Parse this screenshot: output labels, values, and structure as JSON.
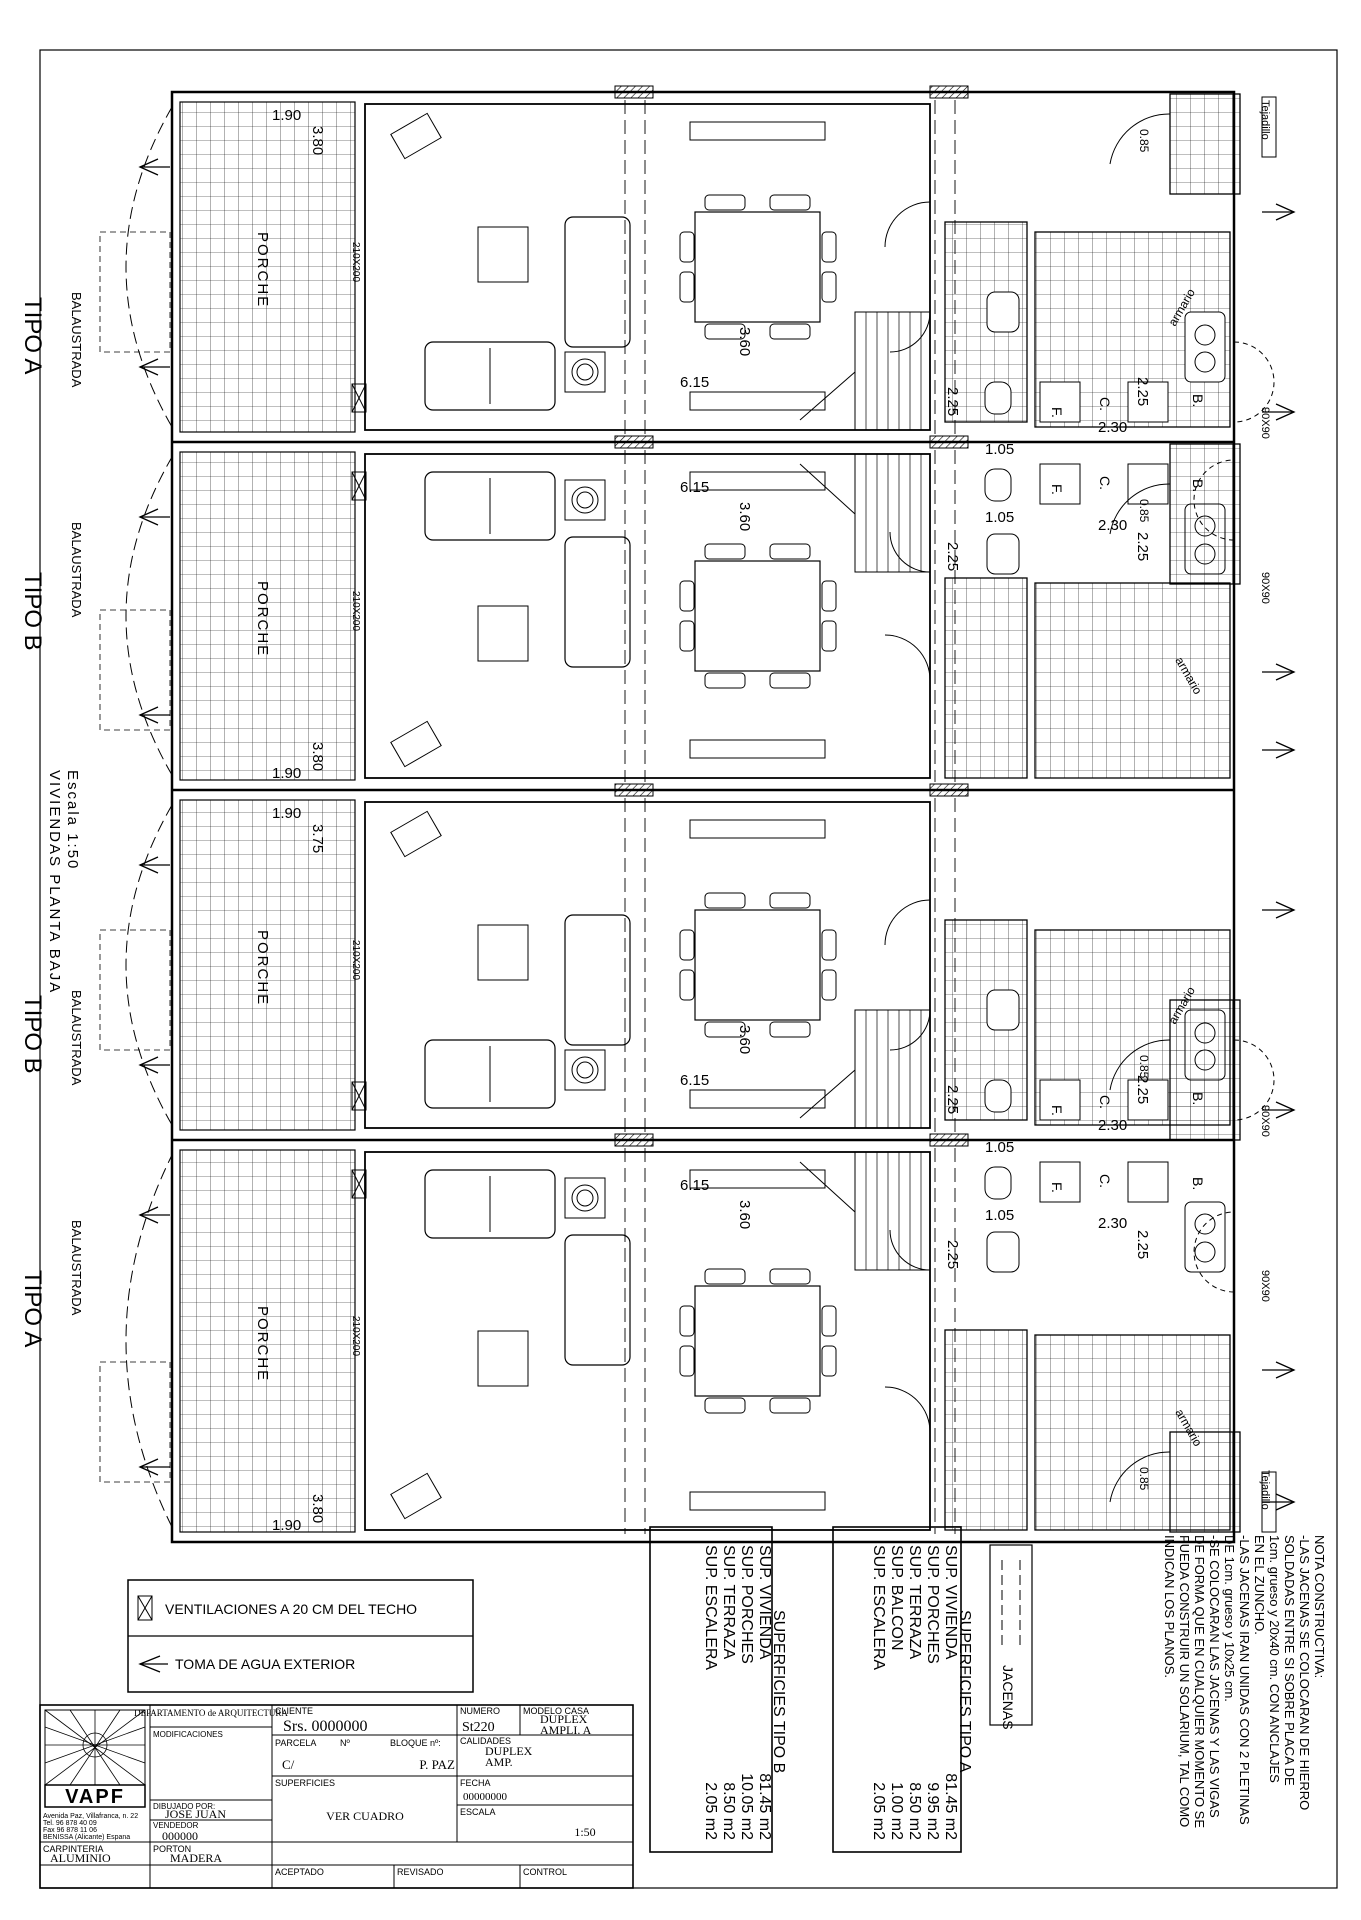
{
  "units": [
    {
      "tipo": "TIPO A",
      "balaustrada": "BALAUSTRADA",
      "porche": "PORCHE",
      "porch_dim_a": "1.90",
      "porch_dim_b": "3.80",
      "door_dim": "210X200",
      "room_a": "6.15",
      "room_b": "3.60",
      "bath_a": "2.25",
      "bath_b": "1.05",
      "kitchen_a": "2.25",
      "kitchen_b": "2.30",
      "win": "90X90",
      "armario": "armario",
      "b_label": "B.",
      "c_label": "C.",
      "f_label": "F.",
      "balcony_dim": "0.85",
      "tejadillo": "Tejadillo"
    },
    {
      "tipo": "TIPO B",
      "balaustrada": "BALAUSTRADA",
      "porche": "PORCHE",
      "porch_dim_a": "1.90",
      "porch_dim_b": "3.80",
      "door_dim": "210X200",
      "room_a": "6.15",
      "room_b": "3.60",
      "bath_a": "2.25",
      "bath_b": "1.05",
      "kitchen_a": "2.25",
      "kitchen_b": "2.30",
      "win": "90X90",
      "armario": "armario",
      "b_label": "B.",
      "c_label": "C.",
      "f_label": "F.",
      "balcony_dim": "0.85",
      "tejadillo": ""
    },
    {
      "tipo": "TIPO B",
      "balaustrada": "BALAUSTRADA",
      "porche": "PORCHE",
      "porch_dim_a": "1.90",
      "porch_dim_b": "3.75",
      "door_dim": "210X200",
      "room_a": "6.15",
      "room_b": "3.60",
      "bath_a": "2.25",
      "bath_b": "1.05",
      "kitchen_a": "2.25",
      "kitchen_b": "2.30",
      "win": "90X90",
      "armario": "armario",
      "b_label": "B.",
      "c_label": "C.",
      "f_label": "F.",
      "balcony_dim": "0.85",
      "tejadillo": ""
    },
    {
      "tipo": "TIPO A",
      "balaustrada": "BALAUSTRADA",
      "porche": "PORCHE",
      "porch_dim_a": "1.90",
      "porch_dim_b": "3.80",
      "door_dim": "210X200",
      "room_a": "6.15",
      "room_b": "3.60",
      "bath_a": "2.25",
      "bath_b": "1.05",
      "kitchen_a": "2.25",
      "kitchen_b": "2.30",
      "win": "90X90",
      "armario": "armario",
      "b_label": "B.",
      "c_label": "C.",
      "f_label": "F.",
      "balcony_dim": "0.85",
      "tejadillo": "Tejadillo"
    }
  ],
  "title": {
    "line1": "VIVIENDAS PLANTA BAJA",
    "line2": "Escala 1:50"
  },
  "legend": {
    "ventilation": "VENTILACIONES A 20 CM DEL TECHO",
    "water": "TOMA DE AGUA EXTERIOR"
  },
  "jacenas_label": "JACENAS",
  "nota": [
    "NOTA CONSTRUCTIVA:",
    "-LAS JACENAS SE COLOCARAN DE HIERRO",
    "SOLDADAS ENTRE SI SOBRE PLACA DE",
    "1cm. grueso y 20x40 cm. CON ANCLAJES",
    "EN EL ZUNCHO.",
    "-LAS JACENAS IRAN UNIDAS CON 2 PLETINAS",
    "DE 1cm. grueso y 10x25 cm.",
    "-SE COLOCARAN LAS JACENAS Y LAS VIGAS",
    "DE FORMA QUE EN CUALQUIER MOMENTO SE",
    "PUEDA CONSTRUIR UN SOLARIUM, TAL COMO",
    "INDICAN LOS PLANOS."
  ],
  "surfaces_a": {
    "title": "SUPERFICIES TIPO A",
    "rows": [
      [
        "SUP. VIVIENDA",
        "81.45 m2"
      ],
      [
        "SUP. PORCHES",
        "9.95 m2"
      ],
      [
        "SUP. TERRAZA",
        "8.50 m2"
      ],
      [
        "SUP. BALCON",
        "1.00 m2"
      ],
      [
        "SUP. ESCALERA",
        "2.05 m2"
      ]
    ]
  },
  "surfaces_b": {
    "title": "SUPERFICIES TIPO B",
    "rows": [
      [
        "SUP. VIVIENDA",
        "81.45 m2"
      ],
      [
        "SUP. PORCHES",
        "10.05 m2"
      ],
      [
        "SUP. TERRAZA",
        "8.50 m2"
      ],
      [
        "SUP. ESCALERA",
        "2.05 m2"
      ]
    ]
  },
  "titleblock": {
    "brand": "VAPF",
    "address": [
      "Avenida Paz, Villafranca, n. 22",
      "Tel. 96 878 40 09",
      "Fax 96 878 11 06",
      "BENISSA (Alicante) Espana"
    ],
    "dept": "DEPARTAMENTO de ARQUITECTURA",
    "modificaciones_lbl": "MODIFICACIONES",
    "dibujado_lbl": "DIBUJADO POR:",
    "dibujado": "JOSE JUAN",
    "vendedor_lbl": "VENDEDOR",
    "vendedor": "000000",
    "cliente_lbl": "CLIENTE",
    "cliente": "Srs. 0000000",
    "numero_lbl": "NUMERO",
    "numero": "St220",
    "modelo_lbl": "MODELO CASA",
    "modelo": [
      "DUPLEX",
      "AMPLI. A"
    ],
    "parcela_lbl": "PARCELA",
    "n_lbl": "Nº",
    "bloque_lbl": "BLOQUE nº:",
    "parcela": "C/",
    "bloque": "P. PAZ",
    "calidades_lbl": "CALIDADES",
    "calidades": [
      "DUPLEX",
      "AMP."
    ],
    "superficies_lbl": "SUPERFICIES",
    "superficies": "VER CUADRO",
    "fecha_lbl": "FECHA",
    "fecha": "00000000",
    "escala_lbl": "ESCALA",
    "escala": "1:50",
    "carpinteria_lbl": "CARPINTERIA",
    "carpinteria": "ALUMINIO",
    "porton_lbl": "PORTON",
    "porton": "MADERA",
    "aceptado_lbl": "ACEPTADO",
    "revisado_lbl": "REVISADO",
    "control_lbl": "CONTROL"
  }
}
